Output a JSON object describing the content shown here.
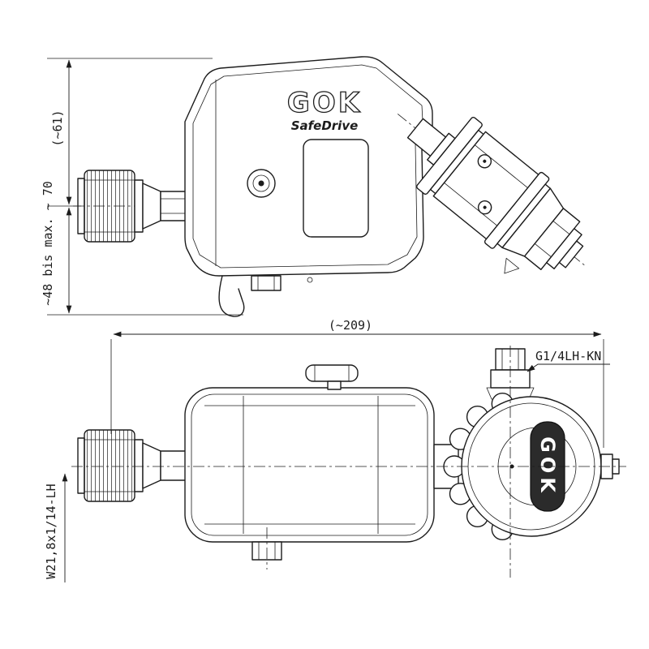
{
  "labels": {
    "brand_logo": "GOK",
    "brand_sub": "SafeDrive",
    "wheel_logo": "GOK",
    "dim_height_top": "(~61)",
    "dim_height_range": "~48 bis max. ~ 70",
    "dim_length": "(~209)",
    "thread_outlet": "G1/4LH-KN",
    "thread_inlet": "W21,8x1/14-LH"
  },
  "colors": {
    "line": "#1c1c1c",
    "background": "#ffffff",
    "hub_fill": "#2b2b2b"
  }
}
